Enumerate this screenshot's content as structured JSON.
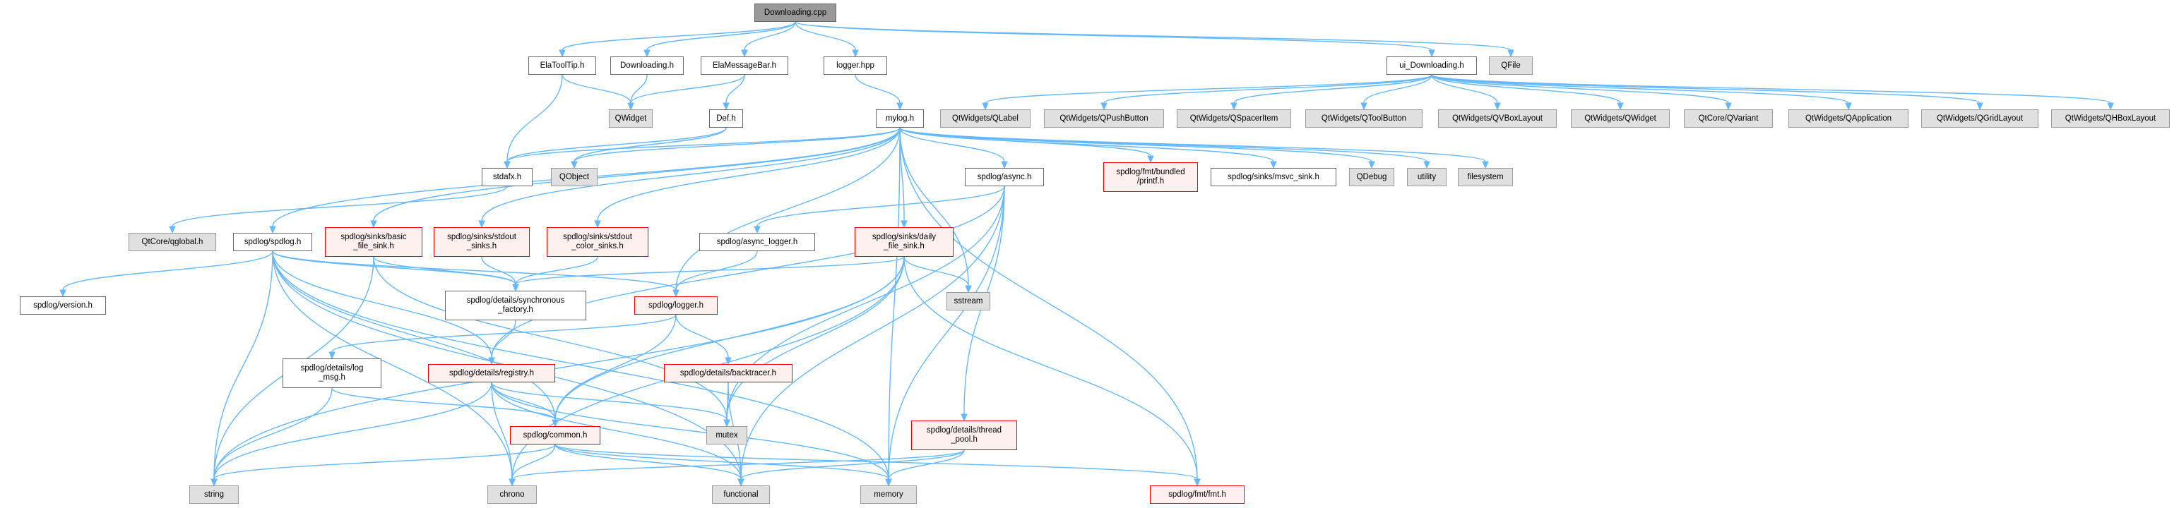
{
  "diagram": {
    "colors": {
      "edge": "#63b8ff",
      "plain_fill": "#ffffff",
      "plain_border": "#666666",
      "ext_fill": "#e0e0e0",
      "ext_border": "#999999",
      "red_fill": "#fff0f0",
      "red_border": "#ff0000",
      "root_fill": "#999999"
    },
    "nodes": {
      "downloading_cpp": {
        "label": [
          "Downloading.cpp"
        ],
        "style": "root"
      },
      "elatooltip_h": {
        "label": [
          "ElaToolTip.h"
        ],
        "style": "plain"
      },
      "downloading_h": {
        "label": [
          "Downloading.h"
        ],
        "style": "plain"
      },
      "elamessagebar_h": {
        "label": [
          "ElaMessageBar.h"
        ],
        "style": "plain"
      },
      "logger_hpp": {
        "label": [
          "logger.hpp"
        ],
        "style": "plain"
      },
      "ui_downloading_h": {
        "label": [
          "ui_Downloading.h"
        ],
        "style": "plain"
      },
      "qfile": {
        "label": [
          "QFile"
        ],
        "style": "ext"
      },
      "qwidget": {
        "label": [
          "QWidget"
        ],
        "style": "ext"
      },
      "def_h": {
        "label": [
          "Def.h"
        ],
        "style": "plain"
      },
      "mylog_h": {
        "label": [
          "mylog.h"
        ],
        "style": "plain"
      },
      "qt_qlabel": {
        "label": [
          "QtWidgets/QLabel"
        ],
        "style": "ext"
      },
      "qt_qpushbutton": {
        "label": [
          "QtWidgets/QPushButton"
        ],
        "style": "ext"
      },
      "qt_qspaceritem": {
        "label": [
          "QtWidgets/QSpacerItem"
        ],
        "style": "ext"
      },
      "qt_qtoolbutton": {
        "label": [
          "QtWidgets/QToolButton"
        ],
        "style": "ext"
      },
      "qt_qvboxlayout": {
        "label": [
          "QtWidgets/QVBoxLayout"
        ],
        "style": "ext"
      },
      "qt_qwidget": {
        "label": [
          "QtWidgets/QWidget"
        ],
        "style": "ext"
      },
      "qtcore_qvariant": {
        "label": [
          "QtCore/QVariant"
        ],
        "style": "ext"
      },
      "qt_qapplication": {
        "label": [
          "QtWidgets/QApplication"
        ],
        "style": "ext"
      },
      "qt_qgridlayout": {
        "label": [
          "QtWidgets/QGridLayout"
        ],
        "style": "ext"
      },
      "qt_qhboxlayout": {
        "label": [
          "QtWidgets/QHBoxLayout"
        ],
        "style": "ext"
      },
      "stdafx_h": {
        "label": [
          "stdafx.h"
        ],
        "style": "plain"
      },
      "qobject": {
        "label": [
          "QObject"
        ],
        "style": "ext"
      },
      "spdlog_async_h": {
        "label": [
          "spdlog/async.h"
        ],
        "style": "plain"
      },
      "fmt_bundled_printf": {
        "label": [
          "spdlog/fmt/bundled",
          "/printf.h"
        ],
        "style": "red"
      },
      "msvc_sink_h": {
        "label": [
          "spdlog/sinks/msvc_sink.h"
        ],
        "style": "plain"
      },
      "qdebug": {
        "label": [
          "QDebug"
        ],
        "style": "ext"
      },
      "utility": {
        "label": [
          "utility"
        ],
        "style": "ext"
      },
      "filesystem": {
        "label": [
          "filesystem"
        ],
        "style": "ext"
      },
      "qtcore_qglobal": {
        "label": [
          "QtCore/qglobal.h"
        ],
        "style": "ext"
      },
      "spdlog_spdlog_h": {
        "label": [
          "spdlog/spdlog.h"
        ],
        "style": "plain"
      },
      "basic_file_sink_h": {
        "label": [
          "spdlog/sinks/basic",
          "_file_sink.h"
        ],
        "style": "red"
      },
      "stdout_sinks_h": {
        "label": [
          "spdlog/sinks/stdout",
          "_sinks.h"
        ],
        "style": "red"
      },
      "stdout_color_sinks_h": {
        "label": [
          "spdlog/sinks/stdout",
          "_color_sinks.h"
        ],
        "style": "red"
      },
      "async_logger_h": {
        "label": [
          "spdlog/async_logger.h"
        ],
        "style": "plain"
      },
      "daily_file_sink_h": {
        "label": [
          "spdlog/sinks/daily",
          "_file_sink.h"
        ],
        "style": "red"
      },
      "sstream": {
        "label": [
          "sstream"
        ],
        "style": "ext"
      },
      "spdlog_version_h": {
        "label": [
          "spdlog/version.h"
        ],
        "style": "plain"
      },
      "synchronous_factory_h": {
        "label": [
          "spdlog/details/synchronous",
          "_factory.h"
        ],
        "style": "plain"
      },
      "spdlog_logger_h": {
        "label": [
          "spdlog/logger.h"
        ],
        "style": "red"
      },
      "log_msg_h": {
        "label": [
          "spdlog/details/log",
          "_msg.h"
        ],
        "style": "plain"
      },
      "registry_h": {
        "label": [
          "spdlog/details/registry.h"
        ],
        "style": "red"
      },
      "backtracer_h": {
        "label": [
          "spdlog/details/backtracer.h"
        ],
        "style": "red"
      },
      "mutex": {
        "label": [
          "mutex"
        ],
        "style": "ext"
      },
      "thread_pool_h": {
        "label": [
          "spdlog/details/thread",
          "_pool.h"
        ],
        "style": "red"
      },
      "common_h": {
        "label": [
          "spdlog/common.h"
        ],
        "style": "red"
      },
      "string": {
        "label": [
          "string"
        ],
        "style": "ext"
      },
      "chrono": {
        "label": [
          "chrono"
        ],
        "style": "ext"
      },
      "functional": {
        "label": [
          "functional"
        ],
        "style": "ext"
      },
      "memory": {
        "label": [
          "memory"
        ],
        "style": "ext"
      },
      "fmt_fmt_h": {
        "label": [
          "spdlog/fmt/fmt.h"
        ],
        "style": "red"
      }
    },
    "edges": [
      [
        "downloading_cpp",
        "elatooltip_h"
      ],
      [
        "downloading_cpp",
        "downloading_h"
      ],
      [
        "downloading_cpp",
        "elamessagebar_h"
      ],
      [
        "downloading_cpp",
        "logger_hpp"
      ],
      [
        "downloading_cpp",
        "ui_downloading_h"
      ],
      [
        "downloading_cpp",
        "qfile"
      ],
      [
        "elatooltip_h",
        "qwidget"
      ],
      [
        "elatooltip_h",
        "stdafx_h"
      ],
      [
        "downloading_h",
        "qwidget"
      ],
      [
        "elamessagebar_h",
        "qwidget"
      ],
      [
        "elamessagebar_h",
        "def_h"
      ],
      [
        "def_h",
        "qobject"
      ],
      [
        "def_h",
        "stdafx_h"
      ],
      [
        "logger_hpp",
        "mylog_h"
      ],
      [
        "stdafx_h",
        "qtcore_qglobal"
      ],
      [
        "ui_downloading_h",
        "qt_qlabel"
      ],
      [
        "ui_downloading_h",
        "qt_qpushbutton"
      ],
      [
        "ui_downloading_h",
        "qt_qspaceritem"
      ],
      [
        "ui_downloading_h",
        "qt_qtoolbutton"
      ],
      [
        "ui_downloading_h",
        "qt_qvboxlayout"
      ],
      [
        "ui_downloading_h",
        "qt_qwidget"
      ],
      [
        "ui_downloading_h",
        "qtcore_qvariant"
      ],
      [
        "ui_downloading_h",
        "qt_qapplication"
      ],
      [
        "ui_downloading_h",
        "qt_qgridlayout"
      ],
      [
        "ui_downloading_h",
        "qt_qhboxlayout"
      ],
      [
        "mylog_h",
        "stdafx_h"
      ],
      [
        "mylog_h",
        "qobject"
      ],
      [
        "mylog_h",
        "spdlog_spdlog_h"
      ],
      [
        "mylog_h",
        "basic_file_sink_h"
      ],
      [
        "mylog_h",
        "stdout_sinks_h"
      ],
      [
        "mylog_h",
        "stdout_color_sinks_h"
      ],
      [
        "mylog_h",
        "spdlog_logger_h"
      ],
      [
        "mylog_h",
        "spdlog_async_h"
      ],
      [
        "mylog_h",
        "daily_file_sink_h"
      ],
      [
        "mylog_h",
        "sstream"
      ],
      [
        "mylog_h",
        "fmt_bundled_printf"
      ],
      [
        "mylog_h",
        "msvc_sink_h"
      ],
      [
        "mylog_h",
        "qdebug"
      ],
      [
        "mylog_h",
        "utility"
      ],
      [
        "mylog_h",
        "filesystem"
      ],
      [
        "mylog_h",
        "memory"
      ],
      [
        "mylog_h",
        "fmt_fmt_h"
      ],
      [
        "spdlog_async_h",
        "async_logger_h"
      ],
      [
        "spdlog_async_h",
        "registry_h"
      ],
      [
        "spdlog_async_h",
        "thread_pool_h"
      ],
      [
        "spdlog_async_h",
        "mutex"
      ],
      [
        "spdlog_async_h",
        "functional"
      ],
      [
        "spdlog_async_h",
        "memory"
      ],
      [
        "async_logger_h",
        "spdlog_logger_h"
      ],
      [
        "spdlog_spdlog_h",
        "spdlog_version_h"
      ],
      [
        "spdlog_spdlog_h",
        "synchronous_factory_h"
      ],
      [
        "spdlog_spdlog_h",
        "spdlog_logger_h"
      ],
      [
        "spdlog_spdlog_h",
        "registry_h"
      ],
      [
        "spdlog_spdlog_h",
        "common_h"
      ],
      [
        "spdlog_spdlog_h",
        "string"
      ],
      [
        "spdlog_spdlog_h",
        "chrono"
      ],
      [
        "spdlog_spdlog_h",
        "functional"
      ],
      [
        "spdlog_spdlog_h",
        "memory"
      ],
      [
        "basic_file_sink_h",
        "synchronous_factory_h"
      ],
      [
        "basic_file_sink_h",
        "mutex"
      ],
      [
        "basic_file_sink_h",
        "string"
      ],
      [
        "stdout_sinks_h",
        "synchronous_factory_h"
      ],
      [
        "stdout_color_sinks_h",
        "synchronous_factory_h"
      ],
      [
        "synchronous_factory_h",
        "registry_h"
      ],
      [
        "spdlog_logger_h",
        "log_msg_h"
      ],
      [
        "spdlog_logger_h",
        "backtracer_h"
      ],
      [
        "spdlog_logger_h",
        "common_h"
      ],
      [
        "daily_file_sink_h",
        "synchronous_factory_h"
      ],
      [
        "daily_file_sink_h",
        "sstream"
      ],
      [
        "daily_file_sink_h",
        "common_h"
      ],
      [
        "daily_file_sink_h",
        "mutex"
      ],
      [
        "daily_file_sink_h",
        "chrono"
      ],
      [
        "daily_file_sink_h",
        "string"
      ],
      [
        "daily_file_sink_h",
        "fmt_fmt_h"
      ],
      [
        "log_msg_h",
        "common_h"
      ],
      [
        "log_msg_h",
        "string"
      ],
      [
        "registry_h",
        "common_h"
      ],
      [
        "registry_h",
        "mutex"
      ],
      [
        "registry_h",
        "string"
      ],
      [
        "registry_h",
        "chrono"
      ],
      [
        "registry_h",
        "functional"
      ],
      [
        "registry_h",
        "memory"
      ],
      [
        "backtracer_h",
        "mutex"
      ],
      [
        "backtracer_h",
        "functional"
      ],
      [
        "thread_pool_h",
        "chrono"
      ],
      [
        "thread_pool_h",
        "memory"
      ],
      [
        "thread_pool_h",
        "functional"
      ],
      [
        "common_h",
        "string"
      ],
      [
        "common_h",
        "chrono"
      ],
      [
        "common_h",
        "functional"
      ],
      [
        "common_h",
        "memory"
      ],
      [
        "common_h",
        "fmt_fmt_h"
      ]
    ]
  }
}
